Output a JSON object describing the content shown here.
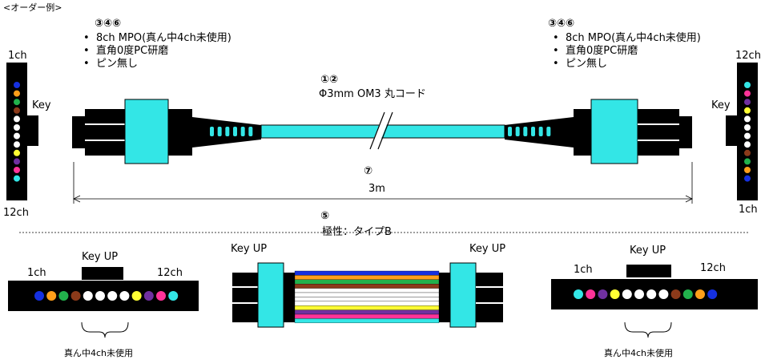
{
  "title": "<オーダー例>",
  "left_spec": {
    "nums": "③④⑥",
    "items": [
      "8ch MPO(真ん中4ch未使用)",
      "直角0度PC研磨",
      "ピン無し"
    ]
  },
  "right_spec": {
    "nums": "③④⑥",
    "items": [
      "8ch MPO(真ん中4ch未使用)",
      "直角0度PC研磨",
      "ピン無し"
    ]
  },
  "cable": {
    "nums": "①②",
    "label": "Φ3mm OM3 丸コード"
  },
  "length": {
    "num": "⑦",
    "value": "3m"
  },
  "polarity": {
    "num": "⑤",
    "label": "極性：タイプB"
  },
  "labels": {
    "ch1": "1ch",
    "ch12": "12ch",
    "key": "Key",
    "key_up": "Key UP",
    "unused": "真ん中4ch未使用"
  },
  "colors": {
    "fiber_order": [
      "#1530e0",
      "#ff9f1a",
      "#22b14c",
      "#8b3a1a",
      "#ffffff",
      "#ffffff",
      "#ffffff",
      "#ffffff",
      "#ffff33",
      "#7030a0",
      "#ff3399",
      "#33e6e6"
    ],
    "connector": "#33e6e6",
    "ribbon_stripes": [
      "#1530e0",
      "#ff9f1a",
      "#22b14c",
      "#8b3a1a",
      "#ffffff",
      "#ffffff",
      "#ffffff",
      "#ffffff",
      "#ffff33",
      "#7030a0",
      "#ff3399",
      "#33e6e6"
    ]
  }
}
